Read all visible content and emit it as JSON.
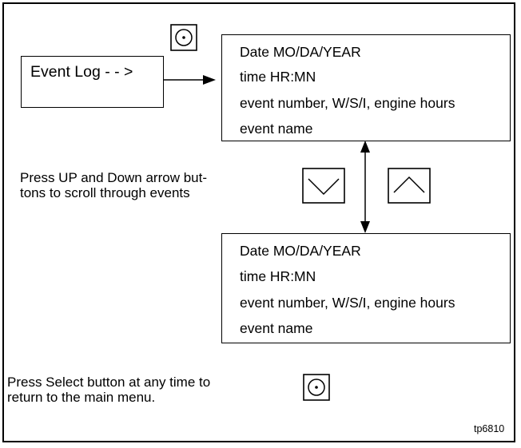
{
  "event_log_label": "Event Log - - >",
  "event_box_1": {
    "line1": "Date MO/DA/YEAR",
    "line2": "time HR:MN",
    "line3": "event number, W/S/I, engine hours",
    "line4": "event name"
  },
  "event_box_2": {
    "line1": "Date MO/DA/YEAR",
    "line2": "time HR:MN",
    "line3": "event number, W/S/I, engine hours",
    "line4": "event name"
  },
  "scroll_note": "Press UP and Down arrow but-\ntons to scroll through events",
  "select_note": "Press Select button at any time to\nreturn to the main menu.",
  "figure_id": "tp6810",
  "icons": {
    "select_top": "select-button-icon",
    "down_arrow": "down-arrow-button-icon",
    "up_arrow": "up-arrow-button-icon",
    "select_bottom": "select-button-icon"
  }
}
